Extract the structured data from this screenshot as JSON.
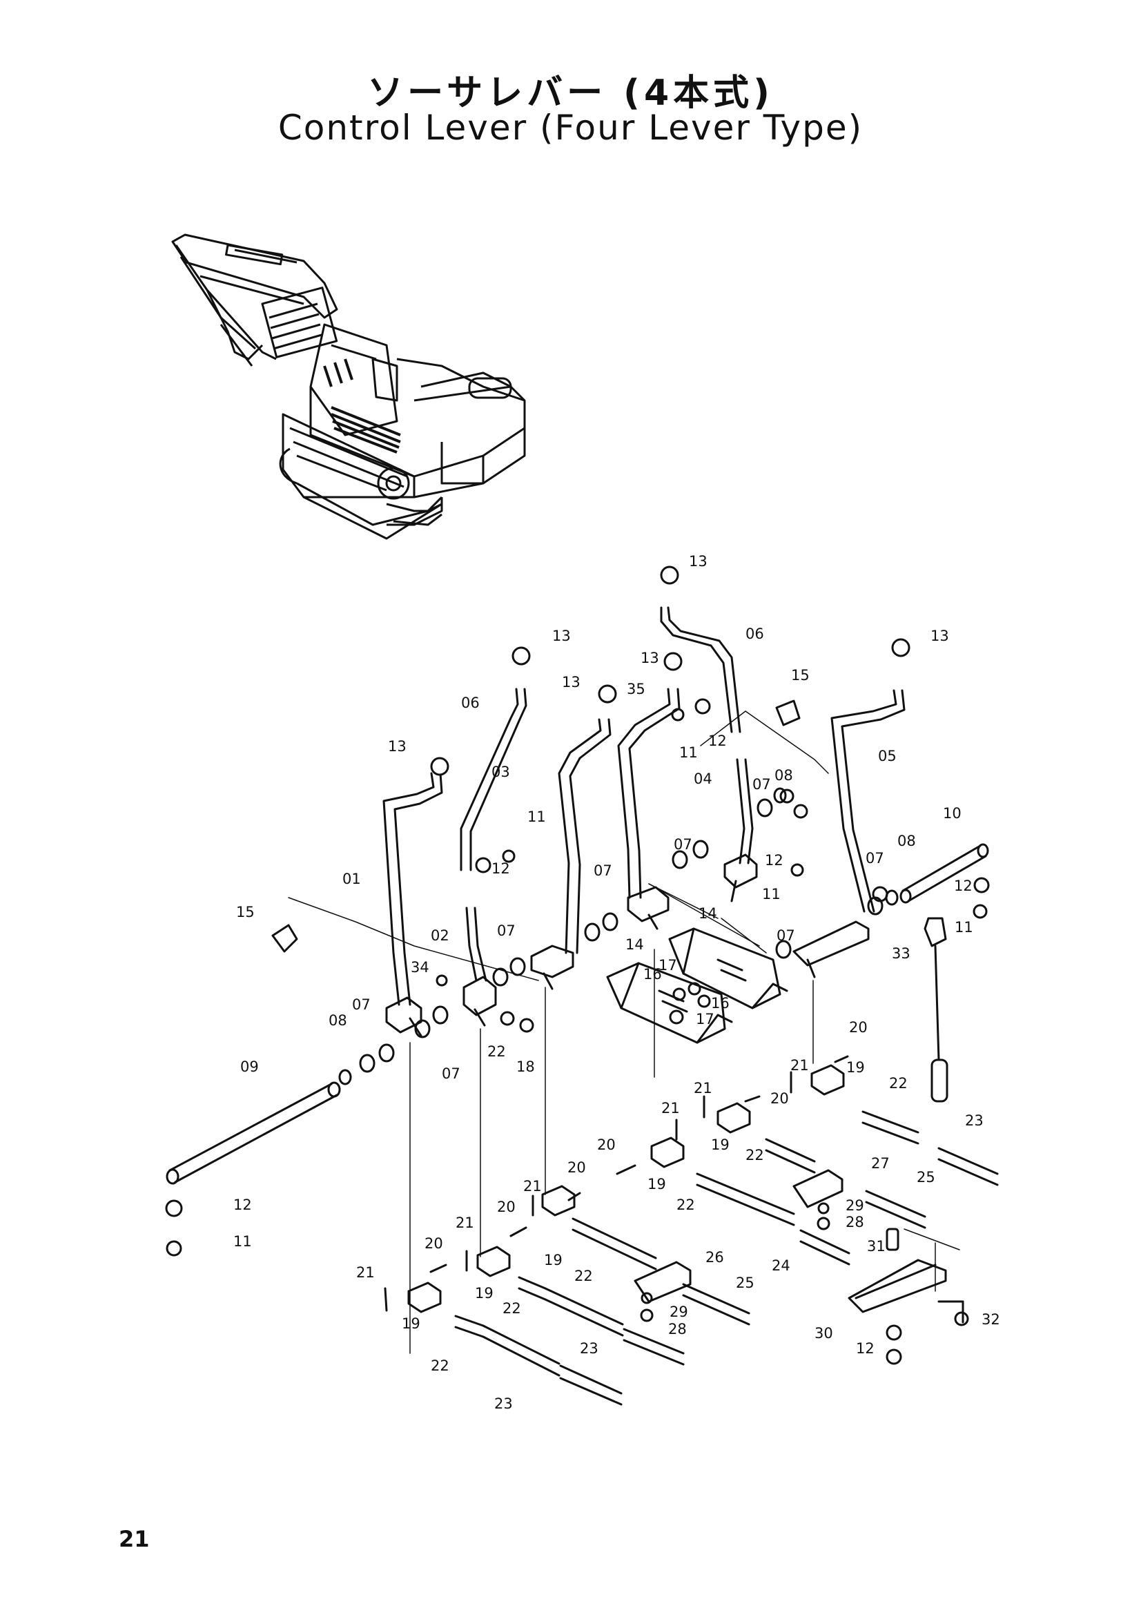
{
  "title_jp": "ソーサレバー (4本式)",
  "title_en": "Control Lever (Four Lever Type)",
  "page_number": "21",
  "labels": [
    {
      "id": "13a",
      "text": "13"
    },
    {
      "id": "13b",
      "text": "13"
    },
    {
      "id": "13c",
      "text": "13"
    },
    {
      "id": "13d",
      "text": "13"
    },
    {
      "id": "13e",
      "text": "13"
    },
    {
      "id": "13f",
      "text": "13"
    },
    {
      "id": "06a",
      "text": "06"
    },
    {
      "id": "06b",
      "text": "06"
    },
    {
      "id": "35",
      "text": "35"
    },
    {
      "id": "15a",
      "text": "15"
    },
    {
      "id": "15b",
      "text": "15"
    },
    {
      "id": "11a",
      "text": "11"
    },
    {
      "id": "12a",
      "text": "12"
    },
    {
      "id": "05",
      "text": "05"
    },
    {
      "id": "03",
      "text": "03"
    },
    {
      "id": "04",
      "text": "04"
    },
    {
      "id": "07a",
      "text": "07"
    },
    {
      "id": "08a",
      "text": "08"
    },
    {
      "id": "11b",
      "text": "11"
    },
    {
      "id": "12b",
      "text": "12"
    },
    {
      "id": "12c",
      "text": "12"
    },
    {
      "id": "11c",
      "text": "11"
    },
    {
      "id": "10",
      "text": "10"
    },
    {
      "id": "01",
      "text": "01"
    },
    {
      "id": "07b",
      "text": "07"
    },
    {
      "id": "07c",
      "text": "07"
    },
    {
      "id": "07d",
      "text": "07"
    },
    {
      "id": "08b",
      "text": "08"
    },
    {
      "id": "12d",
      "text": "12"
    },
    {
      "id": "11d",
      "text": "11"
    },
    {
      "id": "14a",
      "text": "14"
    },
    {
      "id": "02",
      "text": "02"
    },
    {
      "id": "07e",
      "text": "07"
    },
    {
      "id": "07f",
      "text": "07"
    },
    {
      "id": "14b",
      "text": "14"
    },
    {
      "id": "17a",
      "text": "17"
    },
    {
      "id": "16a",
      "text": "16"
    },
    {
      "id": "16b",
      "text": "16"
    },
    {
      "id": "33",
      "text": "33"
    },
    {
      "id": "34",
      "text": "34"
    },
    {
      "id": "17b",
      "text": "17"
    },
    {
      "id": "07g",
      "text": "07"
    },
    {
      "id": "08c",
      "text": "08"
    },
    {
      "id": "22a",
      "text": "22"
    },
    {
      "id": "18",
      "text": "18"
    },
    {
      "id": "07h",
      "text": "07"
    },
    {
      "id": "09",
      "text": "09"
    },
    {
      "id": "20a",
      "text": "20"
    },
    {
      "id": "21a",
      "text": "21"
    },
    {
      "id": "19a",
      "text": "19"
    },
    {
      "id": "22b",
      "text": "22"
    },
    {
      "id": "21b",
      "text": "21"
    },
    {
      "id": "20b",
      "text": "20"
    },
    {
      "id": "19b",
      "text": "19"
    },
    {
      "id": "22c",
      "text": "22"
    },
    {
      "id": "23a",
      "text": "23"
    },
    {
      "id": "21c",
      "text": "21"
    },
    {
      "id": "20c",
      "text": "20"
    },
    {
      "id": "19c",
      "text": "19"
    },
    {
      "id": "22d",
      "text": "22"
    },
    {
      "id": "27",
      "text": "27"
    },
    {
      "id": "25a",
      "text": "25"
    },
    {
      "id": "29a",
      "text": "29"
    },
    {
      "id": "28a",
      "text": "28"
    },
    {
      "id": "12e",
      "text": "12"
    },
    {
      "id": "11e",
      "text": "11"
    },
    {
      "id": "21d",
      "text": "21"
    },
    {
      "id": "20d",
      "text": "20"
    },
    {
      "id": "31",
      "text": "31"
    },
    {
      "id": "20e",
      "text": "20"
    },
    {
      "id": "21e",
      "text": "21"
    },
    {
      "id": "19d",
      "text": "19"
    },
    {
      "id": "22e",
      "text": "22"
    },
    {
      "id": "26",
      "text": "26"
    },
    {
      "id": "24",
      "text": "24"
    },
    {
      "id": "20f",
      "text": "20"
    },
    {
      "id": "21f",
      "text": "21"
    },
    {
      "id": "19e",
      "text": "19"
    },
    {
      "id": "22f",
      "text": "22"
    },
    {
      "id": "25b",
      "text": "25"
    },
    {
      "id": "29b",
      "text": "29"
    },
    {
      "id": "28b",
      "text": "28"
    },
    {
      "id": "23b",
      "text": "23"
    },
    {
      "id": "30",
      "text": "30"
    },
    {
      "id": "32",
      "text": "32"
    },
    {
      "id": "12f",
      "text": "12"
    },
    {
      "id": "19f",
      "text": "19"
    },
    {
      "id": "22g",
      "text": "22"
    },
    {
      "id": "23c",
      "text": "23"
    }
  ]
}
